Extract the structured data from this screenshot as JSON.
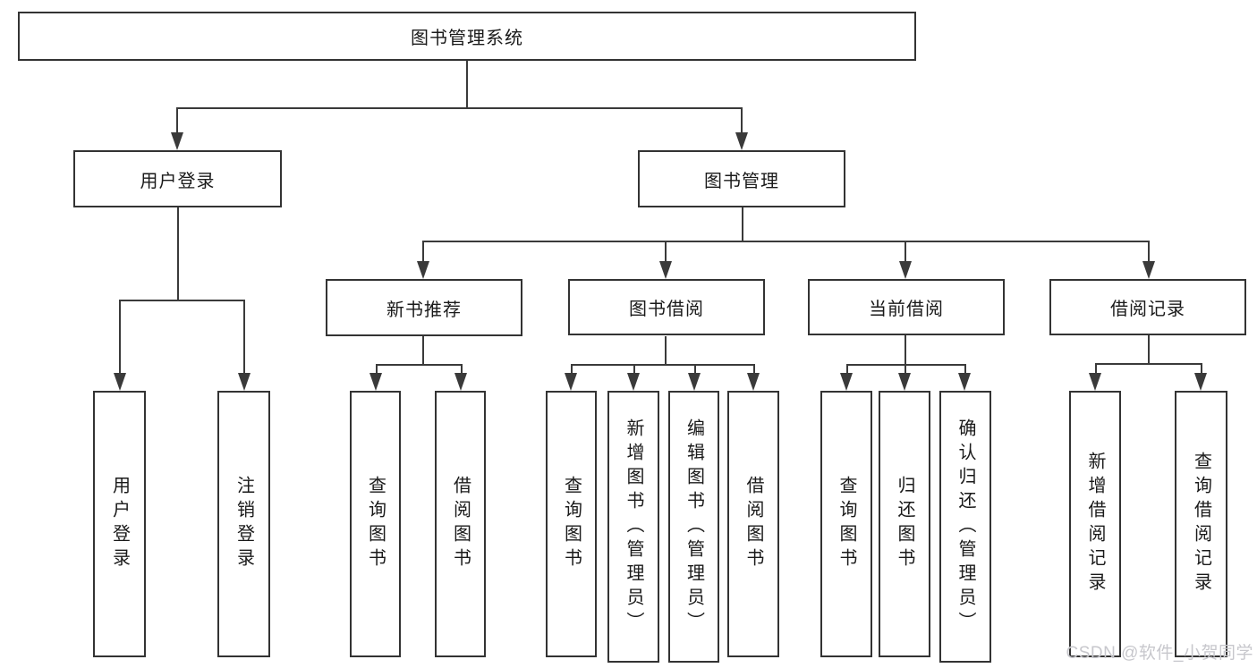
{
  "diagram_title": "图书管理系统",
  "tree": {
    "root": {
      "label": "图书管理系统"
    },
    "children": [
      {
        "label": "用户登录",
        "children": [
          {
            "label": "用户登录"
          },
          {
            "label": "注销登录"
          }
        ]
      },
      {
        "label": "图书管理",
        "children": [
          {
            "label": "新书推荐",
            "children": [
              {
                "label": "查询图书"
              },
              {
                "label": "借阅图书"
              }
            ]
          },
          {
            "label": "图书借阅",
            "children": [
              {
                "label": "查询图书"
              },
              {
                "label": "新增图书（管理员）"
              },
              {
                "label": "编辑图书（管理员）"
              },
              {
                "label": "借阅图书"
              }
            ]
          },
          {
            "label": "当前借阅",
            "children": [
              {
                "label": "查询图书"
              },
              {
                "label": "归还图书"
              },
              {
                "label": "确认归还（管理员）"
              }
            ]
          },
          {
            "label": "借阅记录",
            "children": [
              {
                "label": "新增借阅记录"
              },
              {
                "label": "查询借阅记录"
              }
            ]
          }
        ]
      }
    ]
  },
  "colors": {
    "line": "#3a3a3a",
    "box_border": "#333333",
    "text": "#1a1a1a",
    "watermark": "#c7c7cc",
    "background": "#ffffff"
  },
  "watermark": {
    "text": "CSDN @软件_小贺同学"
  }
}
